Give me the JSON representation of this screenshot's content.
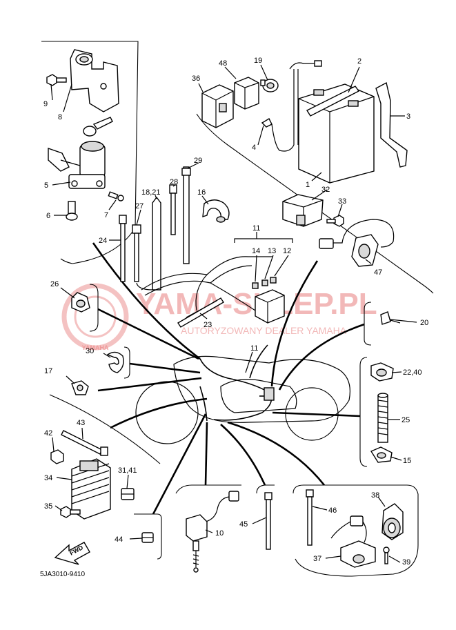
{
  "drawing_code": "5JA3010-9410",
  "watermark": {
    "text": "YAMA-SKLEP.PL",
    "subtext": "AUTORYZOWANY DEALER YAMAHA",
    "logo_text": "YAMAHA"
  },
  "fwd_label": "FWD",
  "callouts": [
    "9",
    "8",
    "5",
    "6",
    "7",
    "36",
    "48",
    "19",
    "2",
    "3",
    "4",
    "1",
    "29",
    "28",
    "18,21",
    "27",
    "16",
    "24",
    "32",
    "33",
    "11",
    "14",
    "13",
    "12",
    "47",
    "26",
    "23",
    "20",
    "11",
    "30",
    "17",
    "22,40",
    "25",
    "15",
    "42",
    "43",
    "34",
    "31,41",
    "35",
    "38",
    "46",
    "45",
    "10",
    "44",
    "37",
    "39"
  ],
  "colors": {
    "line": "#000000",
    "part_fill": "#ffffff",
    "part_shade": "#d9d9d9",
    "watermark": "#f2b8b8"
  }
}
